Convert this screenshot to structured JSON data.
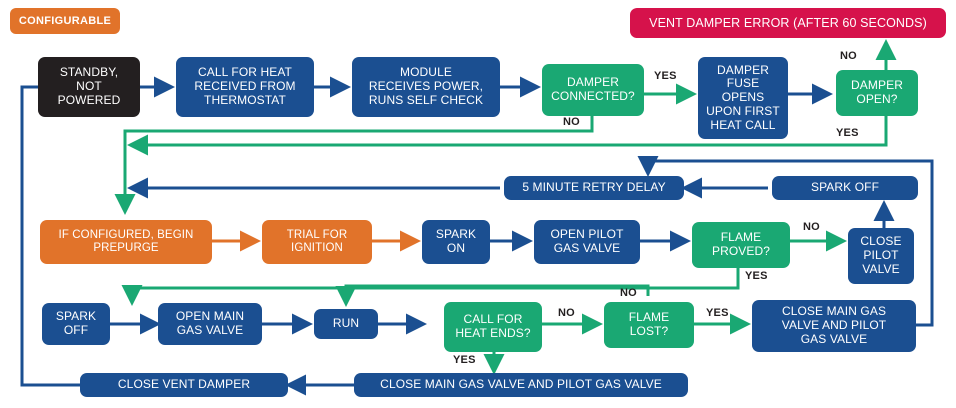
{
  "diagram": {
    "title": "Furnace ignition control sequence flowchart",
    "colors": {
      "blue": "#1b4f91",
      "dark": "#231f20",
      "green": "#1aa873",
      "orange": "#e1732a",
      "crimson": "#d6124b",
      "background": "#ffffff"
    },
    "badge": {
      "label": "CONFIGURABLE"
    },
    "nodes": [
      {
        "id": "standby",
        "label": "STANDBY,\nNOT\nPOWERED"
      },
      {
        "id": "call_heat",
        "label": "CALL FOR HEAT\nRECEIVED FROM\nTHERMOSTAT"
      },
      {
        "id": "module_power",
        "label": "MODULE\nRECEIVES POWER,\nRUNS SELF CHECK"
      },
      {
        "id": "damper_conn",
        "label": "DAMPER\nCONNECTED?"
      },
      {
        "id": "damper_fuse",
        "label": "DAMPER\nFUSE OPENS\nUPON FIRST\nHEAT CALL"
      },
      {
        "id": "damper_open",
        "label": "DAMPER\nOPEN?"
      },
      {
        "id": "vent_error",
        "label": "VENT DAMPER ERROR (AFTER 60 SECONDS)"
      },
      {
        "id": "retry_delay",
        "label": "5 MINUTE RETRY DELAY"
      },
      {
        "id": "spark_off_top",
        "label": "SPARK OFF"
      },
      {
        "id": "prepurge",
        "label": "IF CONFIGURED, BEGIN\nPREPURGE"
      },
      {
        "id": "trial",
        "label": "TRIAL FOR\nIGNITION"
      },
      {
        "id": "spark_on",
        "label": "SPARK\nON"
      },
      {
        "id": "open_pilot",
        "label": "OPEN PILOT\nGAS VALVE"
      },
      {
        "id": "flame_proved",
        "label": "FLAME\nPROVED?"
      },
      {
        "id": "close_pilot",
        "label": "CLOSE\nPILOT\nVALVE"
      },
      {
        "id": "spark_off_bot",
        "label": "SPARK\nOFF"
      },
      {
        "id": "open_main",
        "label": "OPEN MAIN\nGAS VALVE"
      },
      {
        "id": "run",
        "label": "RUN"
      },
      {
        "id": "call_ends",
        "label": "CALL FOR\nHEAT ENDS?"
      },
      {
        "id": "flame_lost",
        "label": "FLAME\nLOST?"
      },
      {
        "id": "close_both_r",
        "label": "CLOSE MAIN GAS\nVALVE AND PILOT\nGAS VALVE"
      },
      {
        "id": "close_both_b",
        "label": "CLOSE MAIN GAS VALVE AND PILOT GAS VALVE"
      },
      {
        "id": "close_vent",
        "label": "CLOSE VENT DAMPER"
      }
    ],
    "edge_labels": [
      {
        "id": "yes_damper_conn",
        "text": "YES"
      },
      {
        "id": "no_damper_conn",
        "text": "NO"
      },
      {
        "id": "no_damper_open",
        "text": "NO"
      },
      {
        "id": "yes_damper_open",
        "text": "YES"
      },
      {
        "id": "no_flame_proved",
        "text": "NO"
      },
      {
        "id": "yes_flame_proved",
        "text": "YES"
      },
      {
        "id": "no_call_ends",
        "text": "NO"
      },
      {
        "id": "yes_call_ends",
        "text": "YES"
      },
      {
        "id": "no_flame_lost",
        "text": "NO"
      },
      {
        "id": "yes_flame_lost",
        "text": "YES"
      }
    ]
  }
}
